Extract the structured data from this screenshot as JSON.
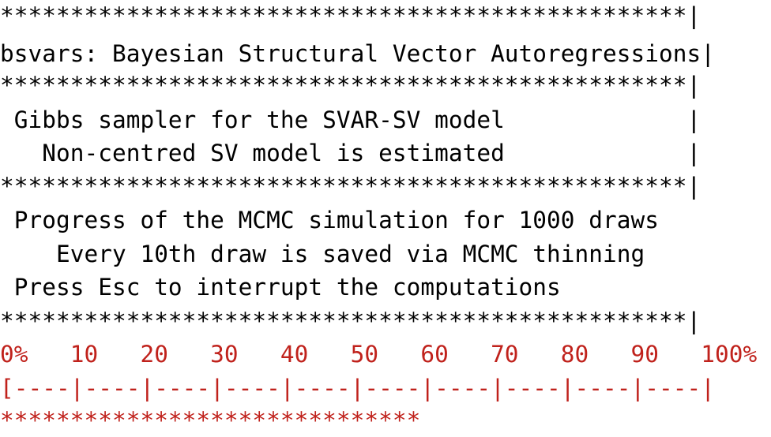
{
  "console": {
    "lines": {
      "sep1": "*************************************************|",
      "title": "bsvars: Bayesian Structural Vector Autoregressions|",
      "sep2": "*************************************************|",
      "sampler": " Gibbs sampler for the SVAR-SV model             |",
      "sv_model": "   Non-centred SV model is estimated             |",
      "sep3": "*************************************************|",
      "progress_info": " Progress of the MCMC simulation for 1000 draws",
      "thinning": "    Every 10th draw is saved via MCMC thinning",
      "esc_hint": " Press Esc to interrupt the computations",
      "sep4": "*************************************************|",
      "scale_labels": "0%   10   20   30   40   50   60   70   80   90   100%",
      "scale_ruler": "[----|----|----|----|----|----|----|----|----|----|",
      "progress_stars": "******************************"
    },
    "progress_fraction": 0.6,
    "colors": {
      "text": "#000000",
      "progress": "#c0221c",
      "background": "#ffffff"
    }
  }
}
